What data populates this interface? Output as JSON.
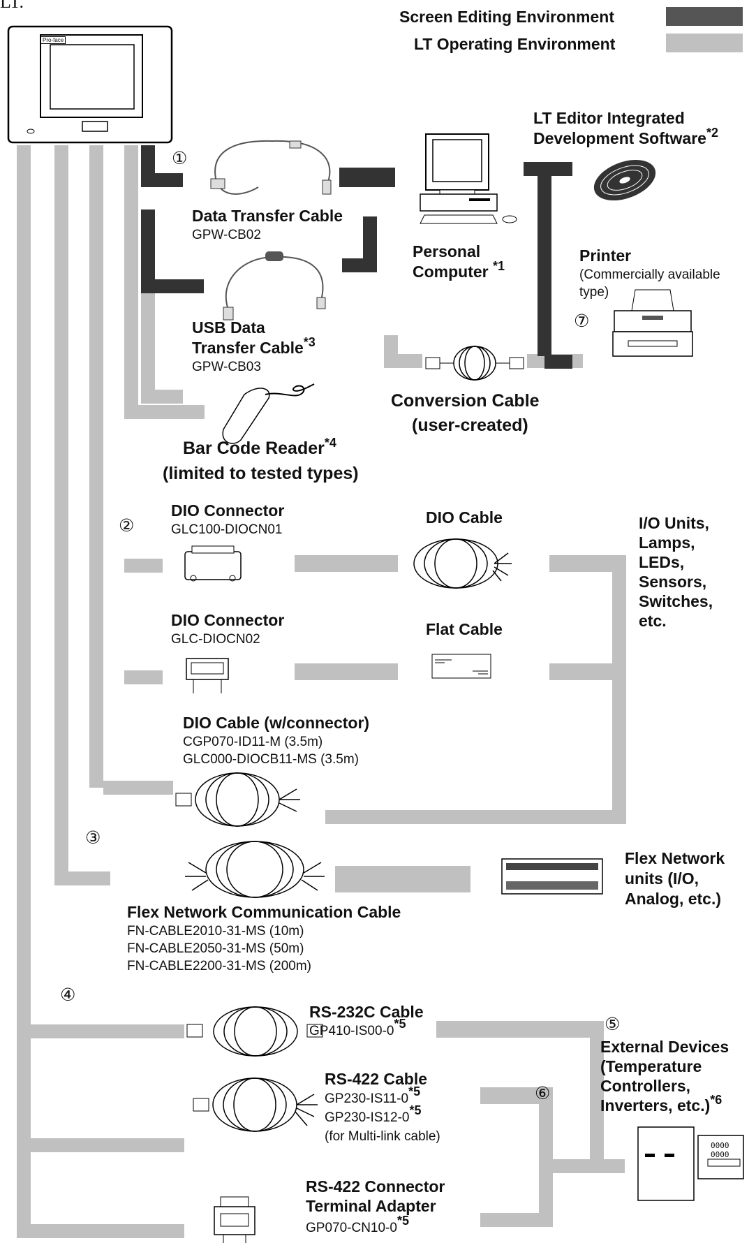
{
  "top_fragment": "LT.",
  "legend": {
    "screen_editing": "Screen Editing Environment",
    "lt_operating": "LT Operating Environment",
    "screen_editing_color": "#555555",
    "lt_operating_color": "#c0c0c0"
  },
  "unit_brand": "Pro-face",
  "markers": {
    "m1": "①",
    "m2": "②",
    "m3": "③",
    "m4": "④",
    "m5": "⑤",
    "m6": "⑥",
    "m7": "⑦"
  },
  "lt_editor": {
    "line1": "LT Editor Integrated",
    "line2": "Development Software",
    "note": "*2"
  },
  "data_transfer": {
    "name": "Data Transfer Cable",
    "model": "GPW-CB02"
  },
  "personal_computer": {
    "line1": "Personal",
    "line2": "Computer",
    "note": "*1"
  },
  "printer": {
    "name": "Printer",
    "desc1": "(Commercially available",
    "desc2": "type)"
  },
  "usb_cable": {
    "line1": "USB Data",
    "line2": "Transfer Cable",
    "note": "*3",
    "model": "GPW-CB03"
  },
  "conversion_cable": {
    "line1": "Conversion Cable",
    "line2": "(user-created)"
  },
  "bar_code": {
    "line1": "Bar Code Reader",
    "note": "*4",
    "line2": "(limited to tested types)"
  },
  "dio_connector1": {
    "name": "DIO Connector",
    "model": "GLC100-DIOCN01"
  },
  "dio_cable": {
    "name": "DIO Cable"
  },
  "io_units": {
    "l1": "I/O Units,",
    "l2": "Lamps,",
    "l3": "LEDs,",
    "l4": "Sensors,",
    "l5": "Switches,",
    "l6": "etc."
  },
  "dio_connector2": {
    "name": "DIO Connector",
    "model": "GLC-DIOCN02"
  },
  "flat_cable": {
    "name": "Flat Cable"
  },
  "dio_cable_conn": {
    "name": "DIO Cable (w/connector)",
    "model1": "CGP070-ID11-M (3.5m)",
    "model2": "GLC000-DIOCB11-MS (3.5m)"
  },
  "flex_units": {
    "l1": "Flex Network",
    "l2": "units (I/O,",
    "l3": "Analog, etc.)"
  },
  "flex_cable": {
    "name": "Flex Network Communication Cable",
    "m1": "FN-CABLE2010-31-MS (10m)",
    "m2": "FN-CABLE2050-31-MS (50m)",
    "m3": "FN-CABLE2200-31-MS (200m)"
  },
  "rs232c": {
    "name": "RS-232C Cable",
    "model": "GP410-IS00-0",
    "note": "*5"
  },
  "external_devices": {
    "l1": "External Devices",
    "l2": "(Temperature",
    "l3": "Controllers,",
    "l4": "Inverters, etc.)",
    "note": "*6"
  },
  "rs422": {
    "name": "RS-422 Cable",
    "model1": "GP230-IS11-0",
    "model2": "GP230-IS12-0",
    "note": "*5",
    "sub": "(for Multi-link cable)"
  },
  "rs422_connector": {
    "line1": "RS-422 Connector",
    "line2": "Terminal Adapter",
    "model": "GP070-CN10-0",
    "note": "*5"
  },
  "device_display": {
    "v1": "0000",
    "v2": "0000"
  }
}
